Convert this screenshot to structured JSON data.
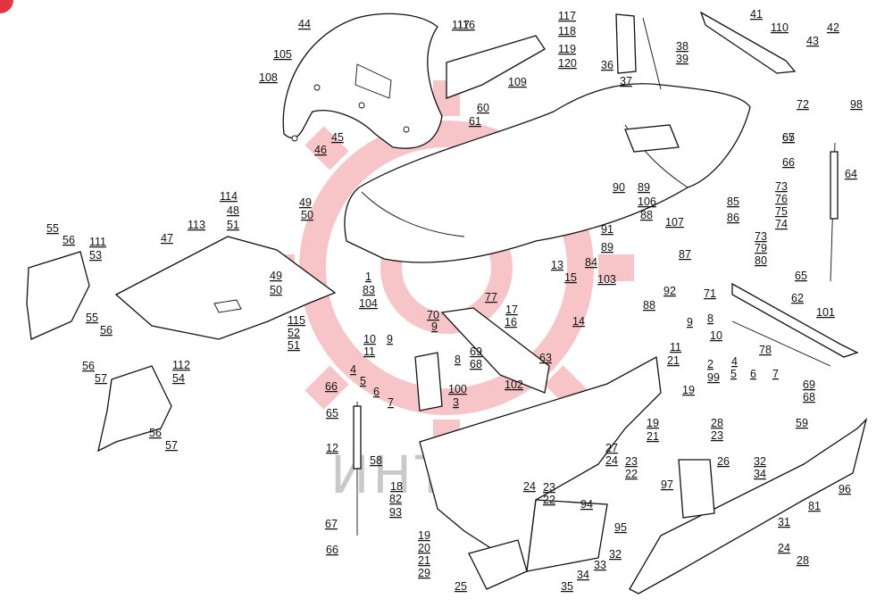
{
  "diagram": {
    "watermark_text": "ИНТЕХ",
    "colors": {
      "ink": "#111111",
      "watermark_red": "#e4343c",
      "watermark_grey": "#c9c9c9",
      "background": "#ffffff"
    },
    "labels": [
      "1",
      "2",
      "3",
      "4",
      "4",
      "5",
      "5",
      "6",
      "6",
      "7",
      "7",
      "8",
      "8",
      "9",
      "9",
      "9",
      "10",
      "10",
      "11",
      "11",
      "12",
      "13",
      "14",
      "15",
      "16",
      "17",
      "18",
      "19",
      "19",
      "19",
      "20",
      "21",
      "21",
      "21",
      "22",
      "22",
      "23",
      "23",
      "23",
      "24",
      "24",
      "24",
      "25",
      "26",
      "27",
      "28",
      "28",
      "29",
      "31",
      "32",
      "32",
      "33",
      "34",
      "34",
      "35",
      "36",
      "37",
      "38",
      "39",
      "41",
      "42",
      "43",
      "44",
      "45",
      "46",
      "47",
      "48",
      "49",
      "49",
      "50",
      "50",
      "51",
      "51",
      "52",
      "53",
      "54",
      "55",
      "55",
      "56",
      "56",
      "56",
      "56",
      "57",
      "57",
      "58",
      "59",
      "60",
      "61",
      "62",
      "63",
      "64",
      "65",
      "65",
      "65",
      "66",
      "66",
      "66",
      "67",
      "67",
      "68",
      "68",
      "69",
      "69",
      "70",
      "71",
      "72",
      "73",
      "73",
      "74",
      "75",
      "76",
      "77",
      "78",
      "79",
      "80",
      "81",
      "82",
      "83",
      "84",
      "85",
      "86",
      "87",
      "88",
      "88",
      "89",
      "89",
      "90",
      "91",
      "92",
      "93",
      "94",
      "95",
      "96",
      "97",
      "98",
      "99",
      "100",
      "101",
      "102",
      "103",
      "104",
      "105",
      "106",
      "107",
      "108",
      "109",
      "110",
      "111",
      "112",
      "113",
      "114",
      "115",
      "116",
      "117",
      "117",
      "118",
      "119",
      "120"
    ]
  }
}
